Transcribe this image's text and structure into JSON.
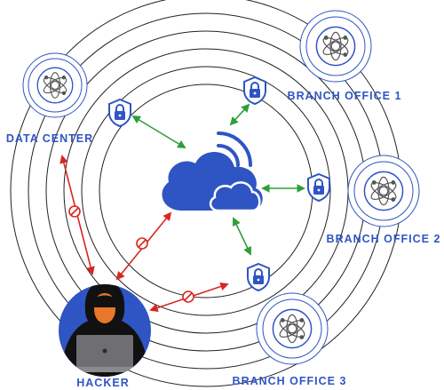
{
  "colors": {
    "brand_blue": "#2f55c4",
    "ring_gray": "#222222",
    "secure_green": "#2e9e3a",
    "attack_red": "#d8261f",
    "label_blue": "#2f55c4"
  },
  "nodes": {
    "data_center": {
      "label": "DATA CENTER",
      "icon": "network-hub-icon"
    },
    "branch_office_1": {
      "label": "BRANCH OFFICE 1",
      "icon": "network-hub-icon"
    },
    "branch_office_2": {
      "label": "BRANCH OFFICE 2",
      "icon": "network-hub-icon"
    },
    "branch_office_3": {
      "label": "BRANCH OFFICE 3",
      "icon": "network-hub-icon"
    },
    "hacker": {
      "label": "HACKER",
      "icon": "hooded-hacker-icon"
    }
  },
  "center": {
    "icon": "cloud-with-signal-icon"
  },
  "secure_links": [
    {
      "icon": "lock-shield-icon",
      "connection": "bidirectional-green-arrow"
    },
    {
      "icon": "lock-shield-icon",
      "connection": "bidirectional-green-arrow"
    },
    {
      "icon": "lock-shield-icon",
      "connection": "bidirectional-green-arrow"
    },
    {
      "icon": "lock-shield-icon",
      "connection": "bidirectional-green-arrow"
    }
  ],
  "blocked_attacks": [
    {
      "icon": "no-entry-icon",
      "connection": "bidirectional-red-arrow"
    },
    {
      "icon": "no-entry-icon",
      "connection": "bidirectional-red-arrow"
    },
    {
      "icon": "no-entry-icon",
      "connection": "bidirectional-red-arrow"
    }
  ]
}
